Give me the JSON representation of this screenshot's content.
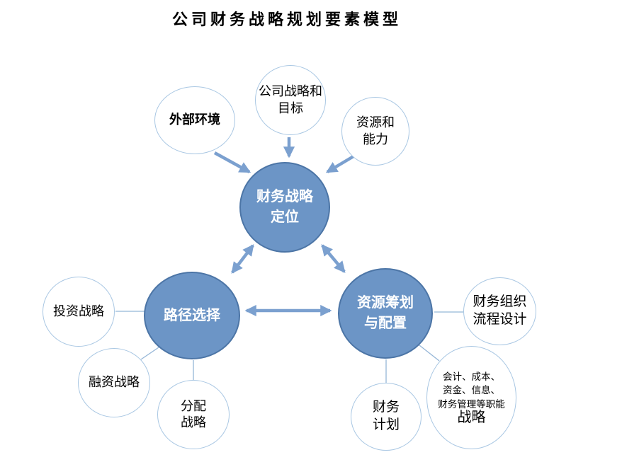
{
  "title": "公司财务战略规划要素模型",
  "colors": {
    "node_fill": "#6C95C6",
    "node_border": "#4C75A6",
    "arrow": "#7BA0CF",
    "outline": "#A9C7E3",
    "thin_line": "#95B6D7",
    "text_dark": "#000000",
    "text_light": "#FFFFFF"
  },
  "nodes": {
    "financial_positioning": {
      "lines": [
        "财务战略",
        "定位"
      ]
    },
    "path_selection": {
      "lines": [
        "路径选择"
      ]
    },
    "resource_allocation": {
      "lines": [
        "资源筹划",
        "与配置"
      ]
    },
    "external_environment": {
      "lines": [
        "外部环境"
      ]
    },
    "corporate_strategy": {
      "lines": [
        "公司战略和",
        "目标"
      ]
    },
    "resources_capability": {
      "lines": [
        "资源和",
        "能力"
      ]
    },
    "investment_strategy": {
      "lines": [
        "投资战略"
      ]
    },
    "financing_strategy": {
      "lines": [
        "融资战略"
      ]
    },
    "distribution_strategy": {
      "lines": [
        "分配",
        "战略"
      ]
    },
    "finance_org_process": {
      "lines": [
        "财务组织",
        "流程设计"
      ]
    },
    "functional_strategy": {
      "small_lines": [
        "会计、成本、",
        "资金、信息、",
        "财务管理等职能"
      ],
      "big_line": "战略"
    },
    "financial_plan": {
      "lines": [
        "财务",
        "计划"
      ]
    }
  }
}
